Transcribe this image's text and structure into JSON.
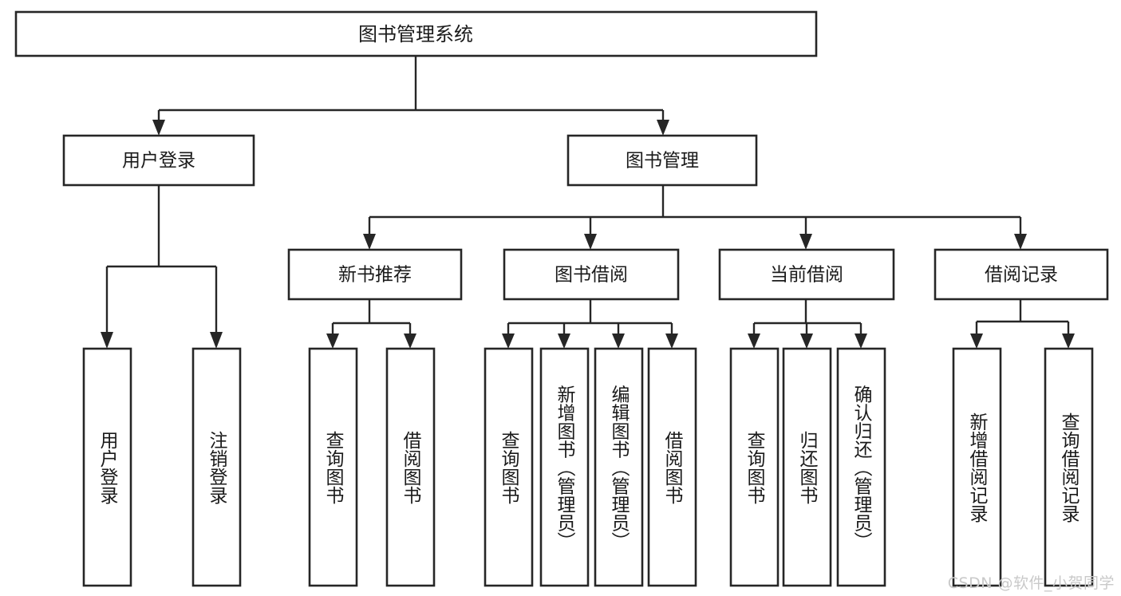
{
  "diagram": {
    "type": "tree-hierarchy",
    "title": "图书管理系统",
    "orientation": "top-down",
    "colors": {
      "box_stroke": "#262626",
      "box_fill": "#ffffff",
      "text": "#1a1a1a",
      "connector": "#262626",
      "watermark": "#c9c9c9",
      "background": "#ffffff"
    },
    "root": {
      "label": "图书管理系统",
      "name": "node-root-library-system"
    },
    "level2": [
      {
        "label": "用户登录",
        "name": "node-user-login"
      },
      {
        "label": "图书管理",
        "name": "node-book-management"
      }
    ],
    "level3": [
      {
        "label": "新书推荐",
        "name": "node-new-book-recommend"
      },
      {
        "label": "图书借阅",
        "name": "node-book-borrow"
      },
      {
        "label": "当前借阅",
        "name": "node-current-borrow"
      },
      {
        "label": "借阅记录",
        "name": "node-borrow-record"
      }
    ],
    "leaves": {
      "user_login": [
        {
          "label": "用户登录",
          "name": "leaf-user-login"
        },
        {
          "label": "注销登录",
          "name": "leaf-logout"
        }
      ],
      "new_book_recommend": [
        {
          "label": "查询图书",
          "name": "leaf-query-book-1"
        },
        {
          "label": "借阅图书",
          "name": "leaf-borrow-book-1"
        }
      ],
      "book_borrow": [
        {
          "label": "查询图书",
          "name": "leaf-query-book-2"
        },
        {
          "label": "新增图书（管理员）",
          "name": "leaf-add-book-admin"
        },
        {
          "label": "编辑图书（管理员）",
          "name": "leaf-edit-book-admin"
        },
        {
          "label": "借阅图书",
          "name": "leaf-borrow-book-2"
        }
      ],
      "current_borrow": [
        {
          "label": "查询图书",
          "name": "leaf-query-book-3"
        },
        {
          "label": "归还图书",
          "name": "leaf-return-book"
        },
        {
          "label": "确认归还（管理员）",
          "name": "leaf-confirm-return-admin"
        }
      ],
      "borrow_record": [
        {
          "label": "新增借阅记录",
          "name": "leaf-add-borrow-record"
        },
        {
          "label": "查询借阅记录",
          "name": "leaf-query-borrow-record"
        }
      ]
    },
    "watermark": "CSDN @软件_小贺同学"
  }
}
